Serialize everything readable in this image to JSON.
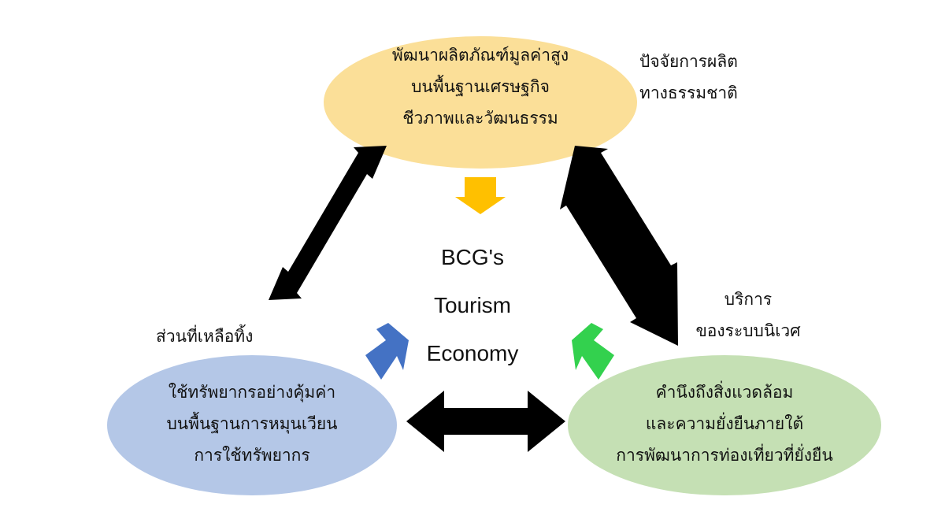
{
  "colors": {
    "top_ellipse": "#FBDF98",
    "left_ellipse": "#B4C7E7",
    "right_ellipse": "#C5E0B4",
    "down_arrow": "#FFC000",
    "blue_arrow": "#4472C4",
    "green_arrow": "#33D14E",
    "double_arrows": "#000000"
  },
  "top_node": {
    "lines": [
      "พัฒนาผลิตภัณฑ์มูลค่าสูง",
      "บนพื้นฐานเศรษฐกิจ",
      "ชีวภาพและวัฒนธรรม"
    ],
    "side_label": [
      "ปัจจัยการผลิต",
      "ทางธรรมชาติ"
    ]
  },
  "left_node": {
    "lines": [
      "ใช้ทรัพยากรอย่างคุ้มค่า",
      "บนพื้นฐานการหมุนเวียน",
      "การใช้ทรัพยากร"
    ],
    "side_label": [
      "ส่วนที่เหลือทิ้ง"
    ]
  },
  "right_node": {
    "lines": [
      "คำนึงถึงสิ่งแวดล้อม",
      "และความยั่งยืนภายใต้",
      "การพัฒนาการท่องเที่ยวที่ยั่งยืน"
    ],
    "side_label": [
      "บริการ",
      "ของระบบนิเวศ"
    ]
  },
  "center": {
    "lines": [
      "BCG's",
      "Tourism",
      "Economy"
    ]
  }
}
